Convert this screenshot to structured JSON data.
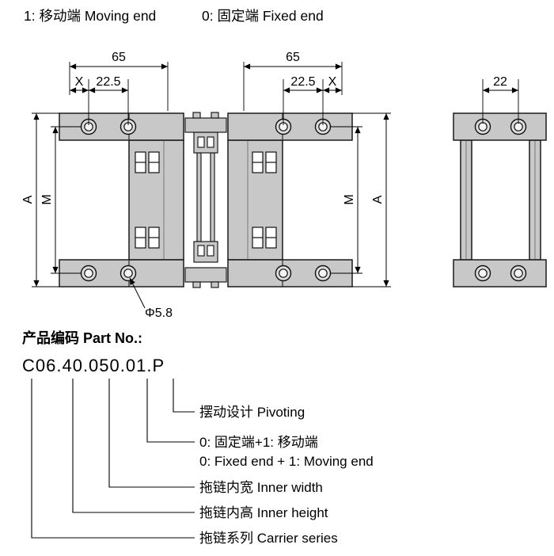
{
  "header": {
    "legend_moving": "1: 移动端 Moving end",
    "legend_fixed": "0: 固定端 Fixed end"
  },
  "front_view": {
    "dims": {
      "width_left": "65",
      "width_right": "65",
      "x_left": "X",
      "pitch_left": "22.5",
      "pitch_right": "22.5",
      "x_right": "X",
      "height_outer_left": "A",
      "height_inner_left": "M",
      "height_inner_right": "M",
      "height_outer_right": "A",
      "hole_diameter": "Φ5.8"
    }
  },
  "side_view": {
    "dims": {
      "width": "22"
    }
  },
  "part_number": {
    "label": "产品编码 Part No.:",
    "code": "C06.40.050.01.P",
    "callouts": [
      {
        "text": "摆动设计 Pivoting"
      },
      {
        "text": "0: 固定端+1: 移动端",
        "text_en": "0: Fixed end + 1: Moving end"
      },
      {
        "text": "拖链内宽 Inner width"
      },
      {
        "text": "拖链内高 Inner height"
      },
      {
        "text": "拖链系列 Carrier series"
      }
    ]
  },
  "colors": {
    "part_fill": "#c8c8c8",
    "line": "#000000",
    "background": "#ffffff"
  }
}
